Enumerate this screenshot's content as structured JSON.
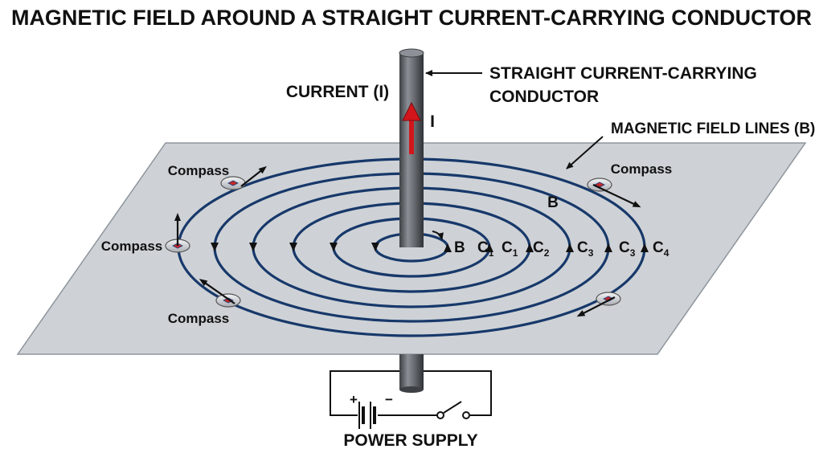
{
  "title": "MAGNETIC FIELD AROUND A STRAIGHT CURRENT-CARRYING CONDUCTOR",
  "labels": {
    "current": "CURRENT (I)",
    "current_symbol": "I",
    "conductor_line1": "STRAIGHT CURRENT-CARRYING",
    "conductor_line2": "CONDUCTOR",
    "field_lines": "MAGNETIC FIELD LINES (B)",
    "field_symbol": "B",
    "compass": "Compass",
    "power_supply": "POWER SUPPLY",
    "plus": "+",
    "minus": "−"
  },
  "circle_labels": [
    {
      "main": "B",
      "sub": ""
    },
    {
      "main": "C",
      "sub": "1"
    },
    {
      "main": "C",
      "sub": "1"
    },
    {
      "main": "C",
      "sub": "2"
    },
    {
      "main": "C",
      "sub": "3"
    },
    {
      "main": "C",
      "sub": "3"
    },
    {
      "main": "C",
      "sub": "4"
    }
  ],
  "colors": {
    "plane": "#ced2d6",
    "plane_edge": "#8e959c",
    "field_line": "#17386a",
    "conductor": "#5d6166",
    "current_arrow": "#d2161b",
    "text": "#111111"
  }
}
